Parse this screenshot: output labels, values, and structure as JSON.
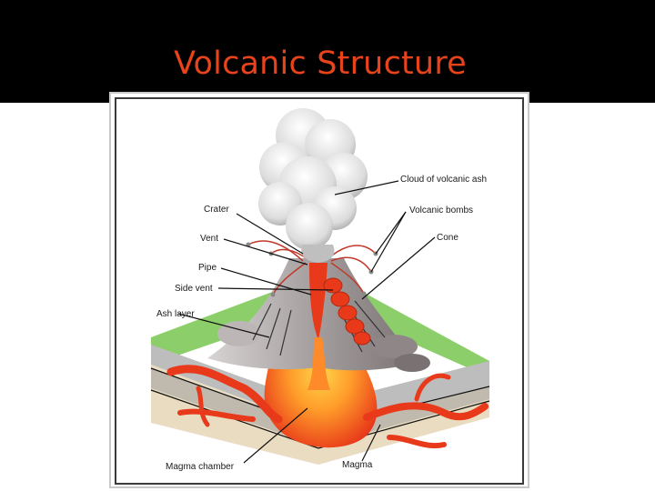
{
  "slide": {
    "title": "Volcanic Structure"
  },
  "diagram": {
    "labels": {
      "cloud": "Cloud of volcanic ash",
      "crater": "Crater",
      "bombs": "Volcanic bombs",
      "cone": "Cone",
      "vent": "Vent",
      "pipe": "Pipe",
      "side_vent": "Side vent",
      "ash_layer": "Ash layer",
      "magma_chamber": "Magma chamber",
      "magma": "Magma"
    }
  },
  "colors": {
    "title": "#e8431a",
    "background_band": "#000000",
    "lava": "#e8391a",
    "magma_core": "#ffb02e",
    "grass": "#8ccf6a"
  }
}
